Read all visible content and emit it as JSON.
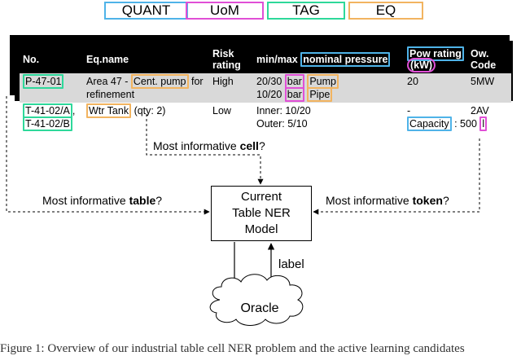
{
  "legend": {
    "quant": "QUANT",
    "uom": "UoM",
    "tag": "TAG",
    "eq": "EQ"
  },
  "colors": {
    "quant": "#4fb3e8",
    "uom": "#e04fd6",
    "tag": "#2ed89a",
    "eq": "#f2b460"
  },
  "table": {
    "headers": {
      "no": "No.",
      "eqname": "Eq.name",
      "risk": "Risk rating",
      "minmax": "min/max",
      "nominal": "nominal pressure",
      "pow": "Pow rating",
      "kw": "(kW)",
      "ow": "Ow. Code"
    },
    "row1": {
      "no": "P-47-01",
      "eq_prefix": "Area 47 - ",
      "eq_highlight": "Cent. pump",
      "eq_suffix": " for refinement",
      "risk": "High",
      "line1_val": "20/30 ",
      "line1_uom": "bar",
      "line1_eq": "Pump",
      "line2_val": "10/20 ",
      "line2_uom": "bar",
      "line2_eq": "Pipe",
      "pow": "20",
      "ow": "5MW"
    },
    "row2": {
      "no_a": "T-41-02/A",
      "no_comma": ",",
      "no_b": "T-41-02/B",
      "eq_highlight": "Wtr Tank",
      "eq_suffix": " (qty: 2)",
      "risk": "Low",
      "inner": "Inner: 10/20",
      "outer": "Outer: 5/10",
      "dash": "-",
      "capacity": "Capacity",
      "cap_val": " : 500 ",
      "cap_uom": "l",
      "ow": "2AV"
    }
  },
  "labels": {
    "cell_prefix": "Most informative ",
    "cell_bold": "cell",
    "cell_suffix": "?",
    "table_prefix": "Most informative ",
    "table_bold": "table",
    "table_suffix": "?",
    "token_prefix": "Most informative ",
    "token_bold": "token",
    "token_suffix": "?",
    "label": "label"
  },
  "model": {
    "line1": "Current",
    "line2": "Table NER",
    "line3": "Model"
  },
  "oracle": "Oracle",
  "footer": "Figure 1:  Overview of our industrial table cell NER problem and the active learning candidates"
}
